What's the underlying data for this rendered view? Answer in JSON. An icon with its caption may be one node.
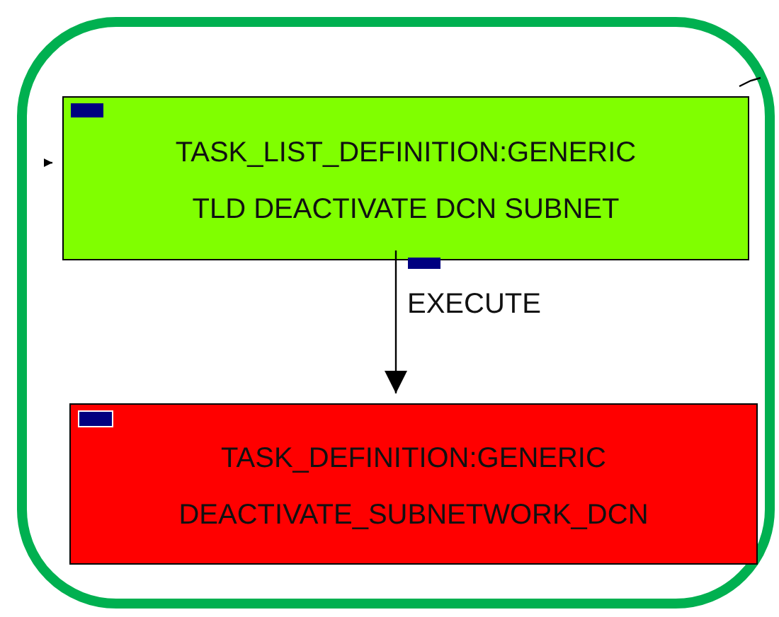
{
  "diagram": {
    "nodes": [
      {
        "text": [],
        "shape": "box"
      },
      {
        "text": [
          "TASK_LIST_DEFINITION:GENERIC",
          "TLD DEACTIVATE DCN SUBNET"
        ],
        "in": 0
      },
      {
        "text": [
          "TASK_DEFINITION:GENERIC",
          "DEACTIVATE_SUBNETWORK_DCN"
        ],
        "in": 0
      }
    ],
    "edges": [
      {
        "from": 1,
        "to": 2,
        "label": "EXECUTE",
        "arrow": "to"
      },
      {
        "from": null,
        "to": 1,
        "arrow": "to"
      },
      {
        "from": 1,
        "to": null,
        "arrow": "none"
      }
    ]
  }
}
